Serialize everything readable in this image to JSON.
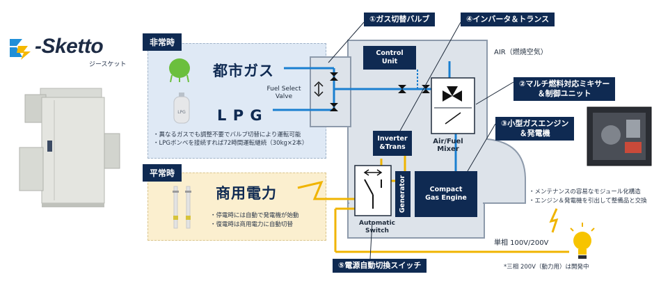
{
  "logo": {
    "name": "-Sketto",
    "kana": "ジースケット"
  },
  "emergency": {
    "tag": "非常時",
    "city_gas": "都市ガス",
    "lpg": "L P G",
    "lpg_icon_text": "LPG",
    "notes": [
      "・異なるガスでも調整不要でバルブ切替により運転可能",
      "・LPGボンベを接続すれば72時間運転継続（30kg×2本）"
    ]
  },
  "normal": {
    "tag": "平常時",
    "commercial": "商用電力",
    "notes": [
      "・停電時には自動で発電機が始動",
      "・復電時は商用電力に自動切替"
    ]
  },
  "callouts": {
    "valve": "①ガス切替バルブ",
    "inverter": "④インバータ＆トランス",
    "mixer": [
      "②マルチ燃料対応ミキサー",
      "＆制御ユニット"
    ],
    "engine": [
      "③小型ガスエンジン",
      "＆発電機"
    ],
    "switch": "⑤電源自動切換スイッチ"
  },
  "diagram": {
    "fuel_select": [
      "Fuel Select",
      "Valve"
    ],
    "control": [
      "Control",
      "Unit"
    ],
    "air": "AIR（燃焼空気）",
    "inverter_box": [
      "Inverter",
      "&Trans"
    ],
    "mixer_label": [
      "Air/Fuel",
      "Mixer"
    ],
    "generator": "Generator",
    "engine_box": [
      "Compact",
      "Gas Engine"
    ],
    "auto_switch": [
      "Automatic",
      "Switch"
    ]
  },
  "right": {
    "notes": [
      "・メンテナンスの容易なモジュール化構造",
      "・エンジン＆発電機を引出して整備品と交換"
    ],
    "output": "単相 100V/200V",
    "footnote": "*三相 200V（動力用）は開発中"
  }
}
